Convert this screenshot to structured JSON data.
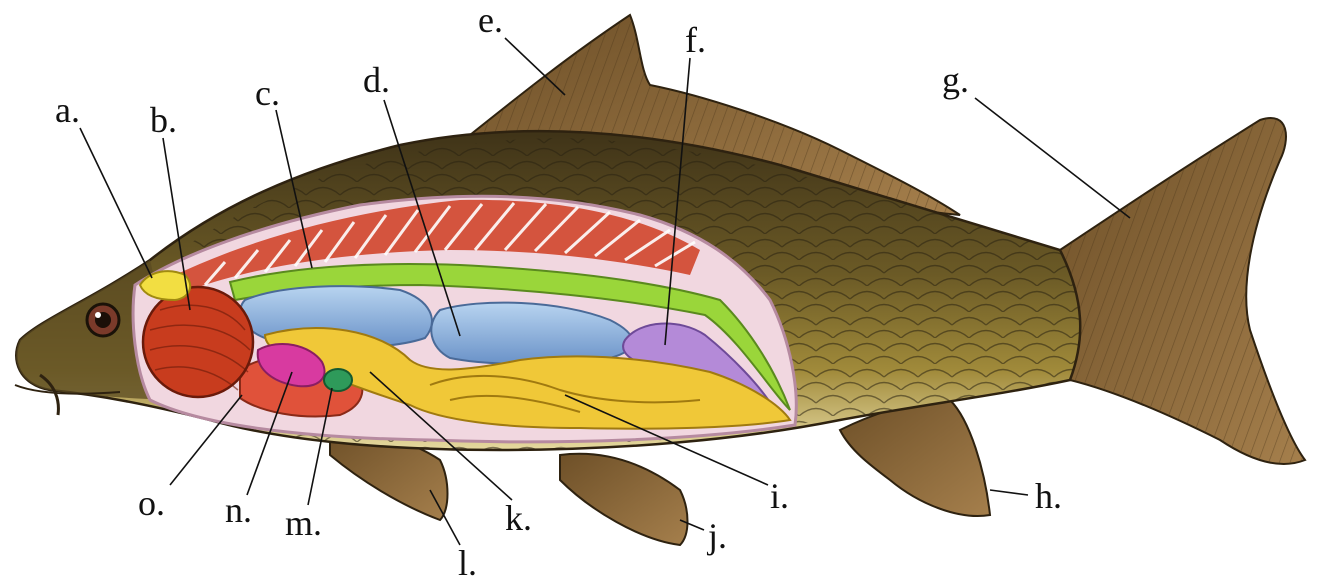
{
  "labels": {
    "a": "a.",
    "b": "b.",
    "c": "c.",
    "d": "d.",
    "e": "e.",
    "f": "f.",
    "g": "g.",
    "h": "h.",
    "i": "i.",
    "j": "j.",
    "k": "k.",
    "l": "l.",
    "m": "m.",
    "n": "n.",
    "o": "o."
  },
  "colors": {
    "skin_dark": "#4a3d1f",
    "skin_mid": "#6e5a2c",
    "belly": "#e8d9a3",
    "fin": "#8a6a3e",
    "body_cavity": "#e0b9c8",
    "ribs": "#c84a3a",
    "kidney": "#9ad63a",
    "swim_bladder": "#7ea6d6",
    "gonad": "#b48ad8",
    "intestine": "#f0c838",
    "liver": "#e0523a",
    "heart": "#c83c1e",
    "gall_bladder": "#2e9a5a",
    "spleen": "#d83aa0",
    "brain": "#f2de42",
    "eye": "#7a3a2a"
  }
}
